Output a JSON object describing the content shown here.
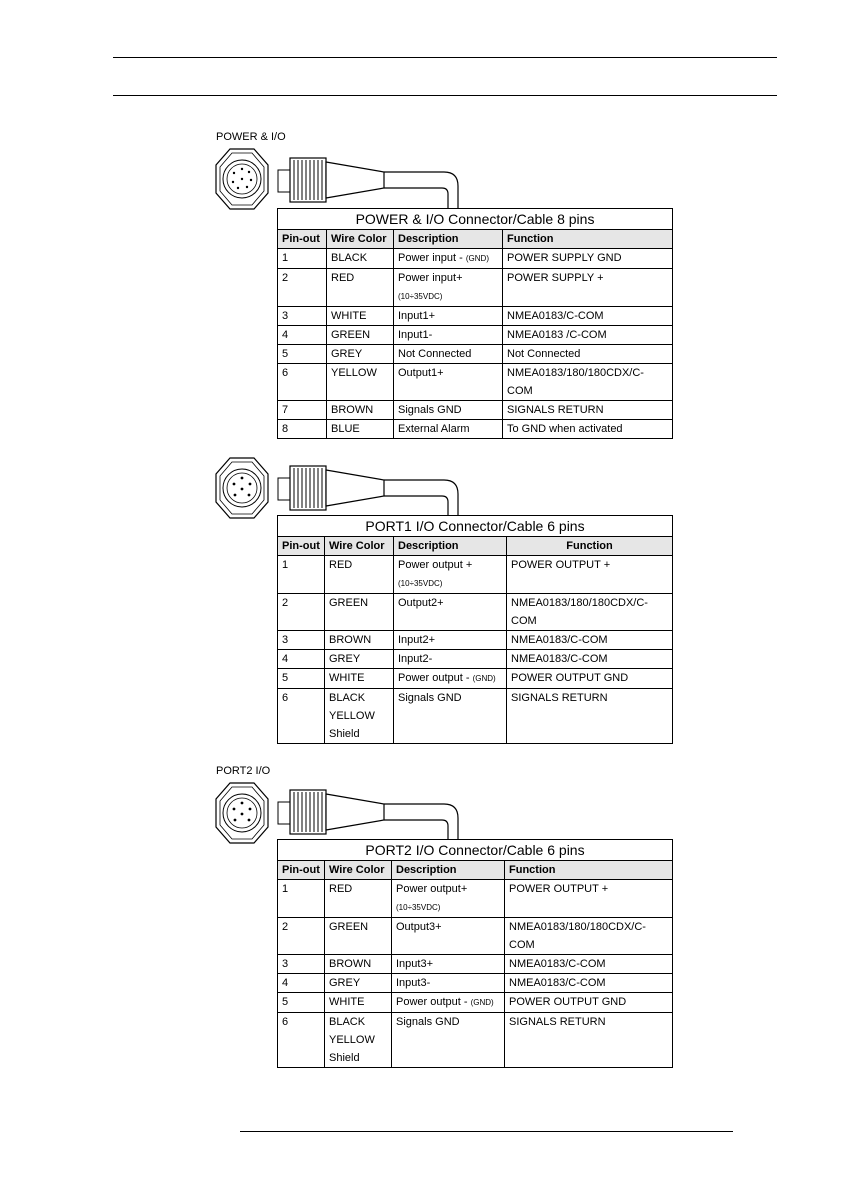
{
  "sections": [
    {
      "label": "POWER & I/O",
      "caption": "POWER & I/O Connector/Cable 8 pins",
      "headers": [
        "Pin-out",
        "Wire Color",
        "Description",
        "Function"
      ],
      "rows": [
        {
          "pin": "1",
          "color": "BLACK",
          "desc": "Power input - ",
          "desc_note": "(GND)",
          "func": "POWER SUPPLY GND"
        },
        {
          "pin": "2",
          "color": "RED",
          "desc": "Power input+ ",
          "desc_note": "(10÷35VDC)",
          "func": "POWER SUPPLY +"
        },
        {
          "pin": "3",
          "color": "WHITE",
          "desc": "Input1+",
          "desc_note": "",
          "func": "NMEA0183/C-COM"
        },
        {
          "pin": "4",
          "color": "GREEN",
          "desc": "Input1-",
          "desc_note": "",
          "func": "NMEA0183 /C-COM"
        },
        {
          "pin": "5",
          "color": "GREY",
          "desc": "Not Connected",
          "desc_note": "",
          "func": "Not Connected"
        },
        {
          "pin": "6",
          "color": "YELLOW",
          "desc": "Output1+",
          "desc_note": "",
          "func": "NMEA0183/180/180CDX/C-COM"
        },
        {
          "pin": "7",
          "color": "BROWN",
          "desc": "Signals GND",
          "desc_note": "",
          "func": "SIGNALS RETURN"
        },
        {
          "pin": "8",
          "color": "BLUE",
          "desc": "External Alarm",
          "desc_note": "",
          "func": "To GND when activated"
        }
      ]
    },
    {
      "label": "",
      "caption": "PORT1 I/O Connector/Cable 6 pins",
      "headers": [
        "Pin-out",
        "Wire Color",
        "Description",
        "Function"
      ],
      "rows": [
        {
          "pin": "1",
          "color": "RED",
          "desc": "Power output +",
          "desc_note": "(10÷35VDC)",
          "func": "POWER OUTPUT +"
        },
        {
          "pin": "2",
          "color": "GREEN",
          "desc": "Output2+",
          "desc_note": "",
          "func": "NMEA0183/180/180CDX/C-COM"
        },
        {
          "pin": "3",
          "color": "BROWN",
          "desc": "Input2+",
          "desc_note": "",
          "func": "NMEA0183/C-COM"
        },
        {
          "pin": "4",
          "color": "GREY",
          "desc": "Input2-",
          "desc_note": "",
          "func": "NMEA0183/C-COM"
        },
        {
          "pin": "5",
          "color": "WHITE",
          "desc": "Power output - ",
          "desc_note": "(GND)",
          "func": "POWER OUTPUT GND"
        },
        {
          "pin": "6",
          "color": "BLACK\nYELLOW\nShield",
          "desc": "Signals GND",
          "desc_note": "",
          "func": "SIGNALS RETURN"
        }
      ]
    },
    {
      "label": "PORT2 I/O",
      "caption": "PORT2 I/O Connector/Cable 6 pins",
      "headers": [
        "Pin-out",
        "Wire Color",
        "Description",
        "Function"
      ],
      "rows": [
        {
          "pin": "1",
          "color": "RED",
          "desc": "Power output+",
          "desc_note": "(10÷35VDC)",
          "func": "POWER OUTPUT +"
        },
        {
          "pin": "2",
          "color": "GREEN",
          "desc": "Output3+",
          "desc_note": "",
          "func": "NMEA0183/180/180CDX/C-COM"
        },
        {
          "pin": "3",
          "color": "BROWN",
          "desc": "Input3+",
          "desc_note": "",
          "func": "NMEA0183/C-COM"
        },
        {
          "pin": "4",
          "color": "GREY",
          "desc": "Input3-",
          "desc_note": "",
          "func": "NMEA0183/C-COM"
        },
        {
          "pin": "5",
          "color": "WHITE",
          "desc": "Power output - ",
          "desc_note": "(GND)",
          "func": "POWER OUTPUT GND"
        },
        {
          "pin": "6",
          "color": "BLACK\nYELLOW\nShield",
          "desc": "Signals GND",
          "desc_note": "",
          "func": "SIGNALS RETURN"
        }
      ]
    }
  ],
  "icons": {
    "connector_8pin": "connector-8pin-icon",
    "connector_6pin": "connector-6pin-icon",
    "cable_plug": "cable-plug-icon"
  }
}
